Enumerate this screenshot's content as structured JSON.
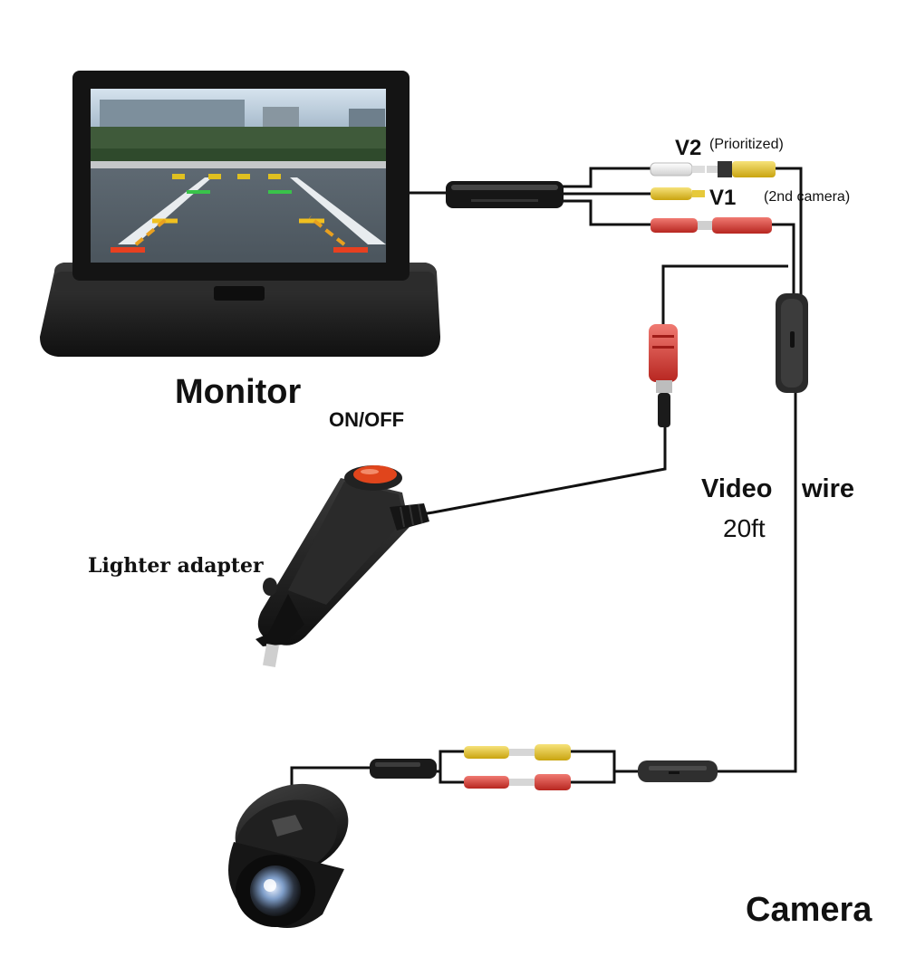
{
  "labels": {
    "monitor": "Monitor",
    "v2": "V2",
    "v2_note": "(Prioritized)",
    "v1": "V1",
    "v1_note": "(2nd camera)",
    "on_off": "ON/OFF",
    "video_wire_a": "Video",
    "video_wire_b": "wire",
    "video_wire_len": "20ft",
    "lighter_adapter": "Lighter adapter",
    "camera": "Camera"
  },
  "colors": {
    "cable": "#111111",
    "rca_yellow": "#e8c81c",
    "rca_red": "#d8332e",
    "rca_white": "#f4f4f4",
    "switch_orange": "#e0451c",
    "body_black": "#1b1b1b"
  }
}
